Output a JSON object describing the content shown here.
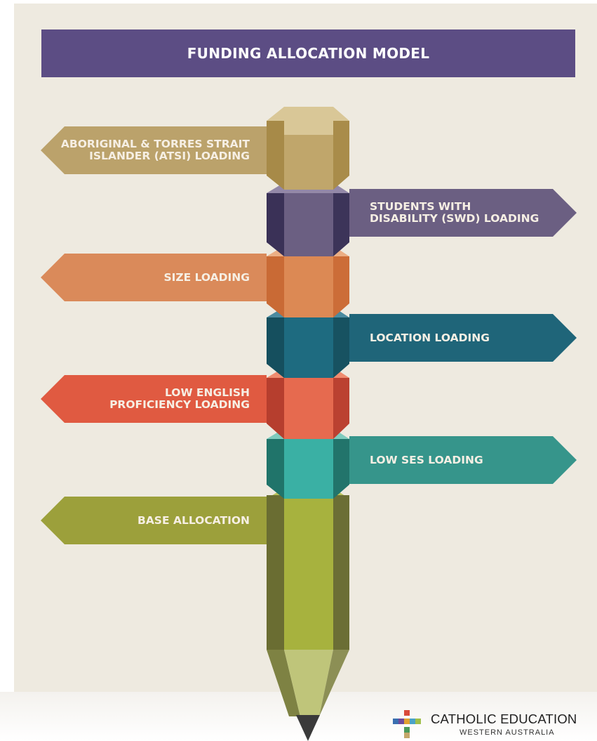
{
  "title": "FUNDING ALLOCATION MODEL",
  "loadings": [
    {
      "id": "atsi",
      "lines": [
        "ABORIGINAL & TORRES STRAIT",
        "ISLANDER (ATSI) LOADING"
      ],
      "side": "left",
      "color": "#bba26b"
    },
    {
      "id": "swd",
      "lines": [
        "STUDENTS WITH",
        "DISABILITY (SWD) LOADING"
      ],
      "side": "right",
      "color": "#6b5f82"
    },
    {
      "id": "size",
      "lines": [
        "SIZE LOADING"
      ],
      "side": "left",
      "color": "#da8a5a"
    },
    {
      "id": "location",
      "lines": [
        "LOCATION LOADING"
      ],
      "side": "right",
      "color": "#1f6579"
    },
    {
      "id": "lep",
      "lines": [
        "LOW ENGLISH",
        "PROFICIENCY LOADING"
      ],
      "side": "left",
      "color": "#e05a41"
    },
    {
      "id": "ses",
      "lines": [
        "LOW SES LOADING"
      ],
      "side": "right",
      "color": "#36958b"
    },
    {
      "id": "base",
      "lines": [
        "BASE ALLOCATION"
      ],
      "side": "left",
      "color": "#9ca03b"
    }
  ],
  "logo": {
    "title": "CATHOLIC EDUCATION",
    "subtitle": "WESTERN AUSTRALIA"
  },
  "colors": {
    "background": "#eeeae0",
    "title_bar": "#5c4d84",
    "label_text": "#f6efe4"
  }
}
